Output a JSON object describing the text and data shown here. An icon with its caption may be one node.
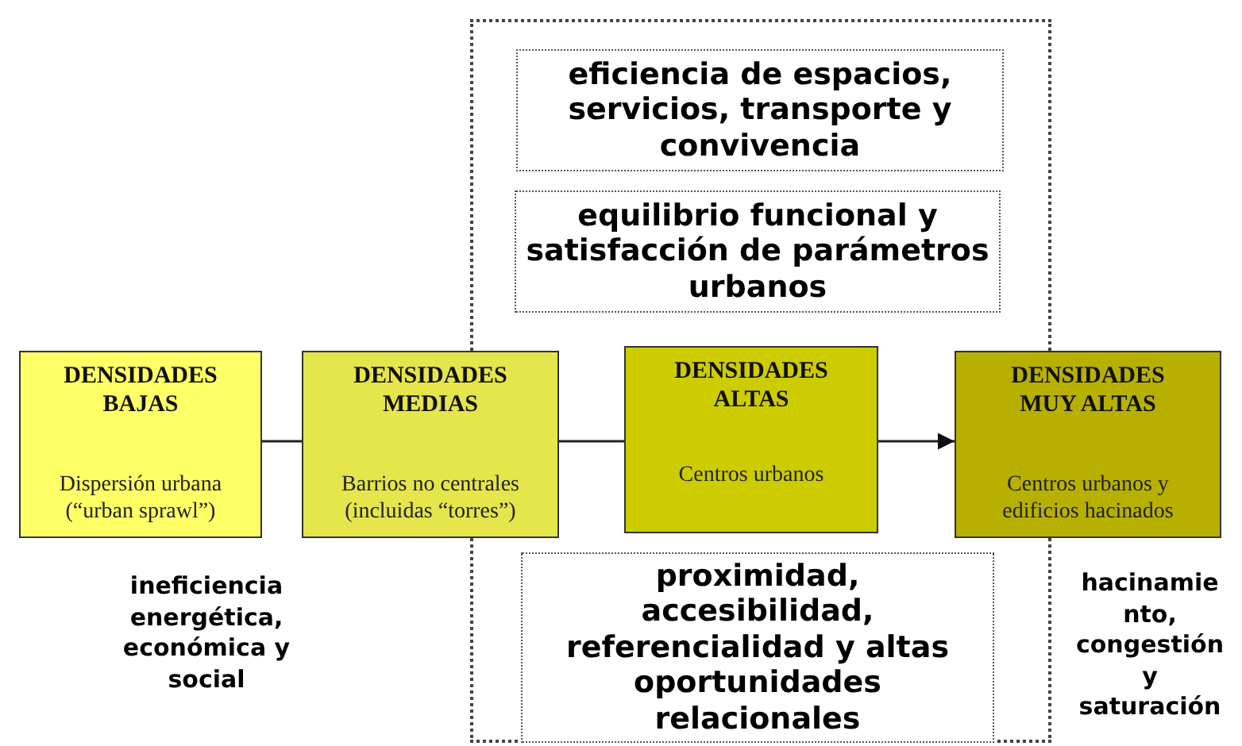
{
  "diagram": {
    "nodes": [
      {
        "text": [],
        "shape": "box"
      },
      {
        "text": [
          "eficiencia de espacios, servicios, transporte y convivencia"
        ],
        "in": 0
      },
      {
        "text": [
          "equilibrio funcional y satisfacción de parámetros urbanos"
        ],
        "in": 0
      },
      {
        "text": [
          "DENSIDADES BAJAS",
          "Dispersión urbana (“urban sprawl”)"
        ]
      },
      {
        "text": [
          "DENSIDADES MEDIAS",
          "Barrios no centrales (incluidas “torres”)"
        ]
      },
      {
        "text": [
          "DENSIDADES ALTAS",
          "Centros urbanos"
        ],
        "in": 0
      },
      {
        "text": [
          "DENSIDADES MUY ALTAS",
          "Centros urbanos y edificios hacinados"
        ]
      },
      {
        "text": [
          "proximidad, accesibilidad, referencialidad y altas oportunidades relacionales"
        ],
        "in": 0
      }
    ],
    "edges": [
      {
        "from": 3,
        "to": 4,
        "arrow": "none"
      },
      {
        "from": 4,
        "to": 5,
        "arrow": "none"
      },
      {
        "from": 5,
        "to": 6,
        "arrow": "to"
      }
    ],
    "labels": [
      "ineficiencia energética, económica y social",
      "hacinamie nto, congestión y saturación"
    ]
  }
}
